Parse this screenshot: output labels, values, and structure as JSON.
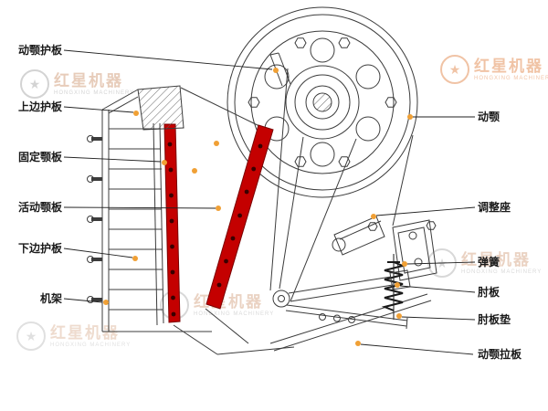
{
  "labels_left": [
    {
      "text": "动颚护板"
    },
    {
      "text": "上边护板"
    },
    {
      "text": "固定颚板"
    },
    {
      "text": "活动颚板"
    },
    {
      "text": "下边护板"
    },
    {
      "text": "机架"
    }
  ],
  "labels_right": [
    {
      "text": "动颚"
    },
    {
      "text": "调整座"
    },
    {
      "text": "弹簧"
    },
    {
      "text": "肘板"
    },
    {
      "text": "肘板垫"
    },
    {
      "text": "动颚拉板"
    }
  ],
  "watermark": {
    "brand_cn": "红星机器",
    "brand_en": "HONGXING MACHINERY",
    "star": "★"
  },
  "colors": {
    "highlight": "#c40000",
    "dot": "#f0a035"
  }
}
